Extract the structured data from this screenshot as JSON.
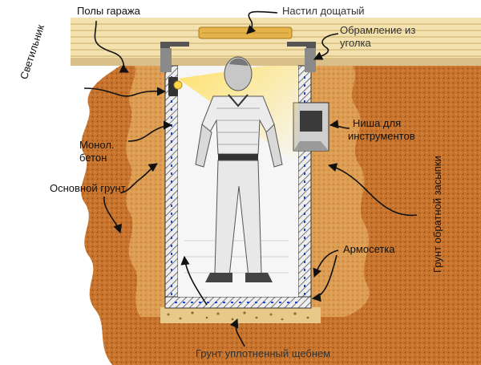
{
  "labels": {
    "garage_floor": "Полы гаража",
    "plank_deck": "Настил дощатый",
    "angle_frame_line1": "Обрамление из",
    "angle_frame_line2": "уголка",
    "lamp": "Светильник",
    "monolith_line1": "Монол.",
    "monolith_line2": "бетон",
    "tool_niche_line1": "Ниша для",
    "tool_niche_line2": "инструментов",
    "main_soil": "Основной грунт",
    "backfill_soil": "Грунт обратной засыпки",
    "rebar_mesh": "Армосетка",
    "gravel_base": "Грунт уплотненный щебнем"
  },
  "colors": {
    "soil": "#c8742e",
    "soil_dark": "#a9561d",
    "backfill": "#e0a55a",
    "floor": "#f1dca3",
    "concrete": "#d9d9d9",
    "board": "#e6b24a",
    "light": "#ffd84a"
  }
}
